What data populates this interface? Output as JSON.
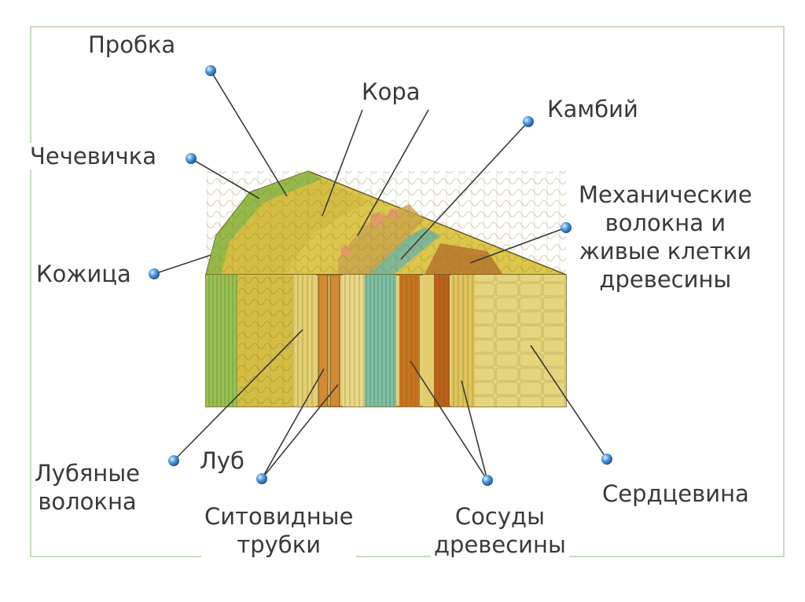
{
  "labels": {
    "probka": "Пробка",
    "kora": "Кора",
    "kambiy": "Камбий",
    "chechevichka": "Чечевичка",
    "mekh_1": "Механические",
    "mekh_2": "волокна и",
    "mekh_3": "живые клетки",
    "mekh_4": "древесины",
    "kozhitsa": "Кожица",
    "lub_volokna_1": "Лубяные",
    "lub_volokna_2": "волокна",
    "lub": "Луб",
    "sitovidnye_1": "Ситовидные",
    "sitovidnye_2": "трубки",
    "sosudy_1": "Сосуды",
    "sosudy_2": "древесины",
    "serdtsevina": "Сердцевина"
  },
  "colors": {
    "frame": "#c9dcc3",
    "label_text": "#3a3a3a",
    "dot": "#2b6fb0",
    "cork": "#8fb84a",
    "bark": "#d9c247",
    "cambium": "#6fae9a",
    "wood_vessels": "#c8741e",
    "pith": "#e2cf7a"
  },
  "icons": [
    "marker-dot-icon"
  ]
}
